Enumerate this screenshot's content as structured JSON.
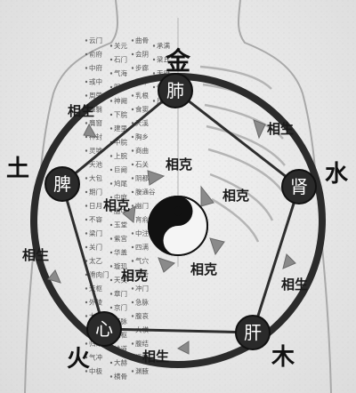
{
  "elements": {
    "metal": {
      "organ": "肺",
      "element": "金"
    },
    "water": {
      "organ": "肾",
      "element": "水"
    },
    "wood": {
      "organ": "肝",
      "element": "木"
    },
    "fire": {
      "organ": "心",
      "element": "火"
    },
    "earth": {
      "organ": "脾",
      "element": "土"
    }
  },
  "relation_labels": {
    "sheng": "相生",
    "ke": "相克"
  },
  "acupoints": [
    "云门",
    "俞府",
    "中府",
    "彧中",
    "周荣",
    "屋翳",
    "膺窗",
    "神封",
    "灵墟",
    "天池",
    "大包",
    "期门",
    "日月",
    "不容",
    "梁门",
    "关门",
    "太乙",
    "滑肉门",
    "天枢",
    "外陵",
    "大巨",
    "水道",
    "归来",
    "气冲",
    "中极",
    "关元",
    "石门",
    "气海",
    "阴交",
    "神阙",
    "下脘",
    "建里",
    "中脘",
    "上脘",
    "巨阙",
    "鸠尾",
    "中庭",
    "膻中",
    "玉堂",
    "紫宫",
    "华盖",
    "璇玑",
    "天突",
    "章门",
    "京门",
    "带脉",
    "五枢",
    "维道",
    "大赫",
    "横骨",
    "曲骨",
    "会阴",
    "步廊",
    "乳中",
    "乳根",
    "食窦",
    "天溪",
    "胸乡",
    "商曲",
    "石关",
    "阴都",
    "腹通谷",
    "幽门",
    "肓俞",
    "中注",
    "四满",
    "气穴",
    "府舍",
    "冲门",
    "急脉",
    "腹哀",
    "大横",
    "腹结",
    "辄筋",
    "渊腋",
    "承满",
    "梁丘",
    "天府",
    "侠白",
    "尺泽"
  ]
}
